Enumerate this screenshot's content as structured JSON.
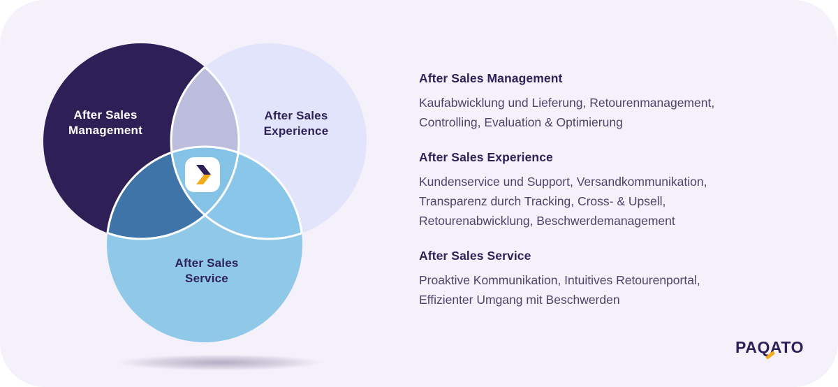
{
  "venn": {
    "labels": {
      "management": "After Sales\nManagement",
      "experience": "After Sales\nExperience",
      "service": "After Sales\nService"
    },
    "colors": {
      "management": "#2e2057",
      "experience": "#e2e4fb",
      "service": "#90c9e8",
      "management_experience": "#bcbcdc",
      "management_service": "#3f74a8",
      "experience_service": "#8ac6ea",
      "center": "#85c3e6",
      "outline": "#ffffff"
    },
    "center_icon": {
      "name": "paqato-chevron-icon",
      "top_color": "#2e2057",
      "bottom_color": "#f3ac19"
    }
  },
  "sections": [
    {
      "title": "After Sales Management",
      "body": "Kaufabwicklung und Lieferung, Retourenmanagement,\nControlling, Evaluation & Optimierung"
    },
    {
      "title": "After Sales Experience",
      "body": "Kundenservice und Support, Versandkommunikation,\nTransparenz durch Tracking, Cross- & Upsell,\nRetourenabwicklung, Beschwerdemanagement"
    },
    {
      "title": "After Sales Service",
      "body": "Proaktive Kommunikation, Intuitives Retourenportal,\nEffizienter Umgang mit Beschwerden"
    }
  ],
  "footer": {
    "brand": "PAQATO",
    "brand_color": "#2e2157",
    "accent_color": "#f3ac19"
  },
  "theme": {
    "card_background": "#f5f1fb",
    "page_background": "#ffffff",
    "heading_color": "#2e2259",
    "body_color": "#4e4369"
  }
}
